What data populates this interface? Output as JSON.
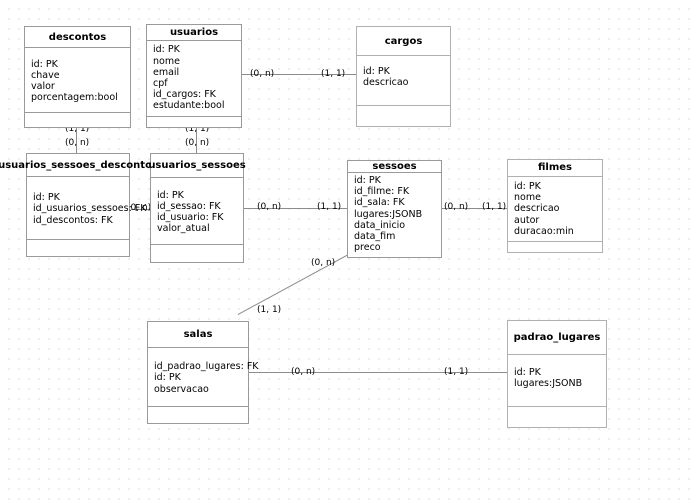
{
  "diagram": {
    "type": "entity-relationship-diagram",
    "background": "#ffffff",
    "grid": "dotted",
    "border_color": "#9a9a9a",
    "connector_color": "#8c8c8c"
  },
  "entities": [
    {
      "id": "descontos",
      "name": "descontos",
      "fields": [
        "id: PK",
        "chave",
        "valor",
        "porcentagem:bool"
      ]
    },
    {
      "id": "usuarios",
      "name": "usuarios",
      "fields": [
        "id: PK",
        "nome",
        "email",
        "cpf",
        "id_cargos: FK",
        "estudante:bool"
      ]
    },
    {
      "id": "cargos",
      "name": "cargos",
      "fields": [
        "id: PK",
        "descricao"
      ]
    },
    {
      "id": "usuarios_sessoes_descontos",
      "name": "usuarios_sessoes_descontos",
      "fields": [
        "id: PK",
        "id_usuarios_sessoes: FK",
        "id_descontos: FK"
      ]
    },
    {
      "id": "usuarios_sessoes",
      "name": "usuarios_sessoes",
      "fields": [
        "id: PK",
        "id_sessao: FK",
        "id_usuario: FK",
        "valor_atual"
      ]
    },
    {
      "id": "sessoes",
      "name": "sessoes",
      "fields": [
        "id: PK",
        "id_filme: FK",
        "id_sala: FK",
        "lugares:JSONB",
        "data_inicio",
        "data_fim",
        "preco"
      ]
    },
    {
      "id": "filmes",
      "name": "filmes",
      "fields": [
        "id: PK",
        "nome",
        "descricao",
        "autor",
        "duracao:min"
      ]
    },
    {
      "id": "salas",
      "name": "salas",
      "fields": [
        "id_padrao_lugares: FK",
        "id: PK",
        "observacao"
      ]
    },
    {
      "id": "padrao_lugares",
      "name": "padrao_lugares",
      "fields": [
        "id: PK",
        "lugares:JSONB"
      ]
    }
  ],
  "cardinalities": [
    {
      "id": "usuarios-cargos-left",
      "label": "(0, n)"
    },
    {
      "id": "usuarios-cargos-right",
      "label": "(1, 1)"
    },
    {
      "id": "descontos-down",
      "label": "(1, 1)"
    },
    {
      "id": "usd-up",
      "label": "(0, n)"
    },
    {
      "id": "usuarios-down",
      "label": "(1, 1)"
    },
    {
      "id": "us-up",
      "label": "(0, n)"
    },
    {
      "id": "usd-right",
      "label": "(0, n)"
    },
    {
      "id": "us-right",
      "label": "(0, n)"
    },
    {
      "id": "sessoes-left",
      "label": "(1, 1)"
    },
    {
      "id": "sessoes-right",
      "label": "(0, n)"
    },
    {
      "id": "filmes-left",
      "label": "(1, 1)"
    },
    {
      "id": "sessoes-down",
      "label": "(0, n)"
    },
    {
      "id": "salas-up",
      "label": "(1, 1)"
    },
    {
      "id": "salas-right",
      "label": "(0, n)"
    },
    {
      "id": "padrao-left",
      "label": "(1, 1)"
    }
  ]
}
